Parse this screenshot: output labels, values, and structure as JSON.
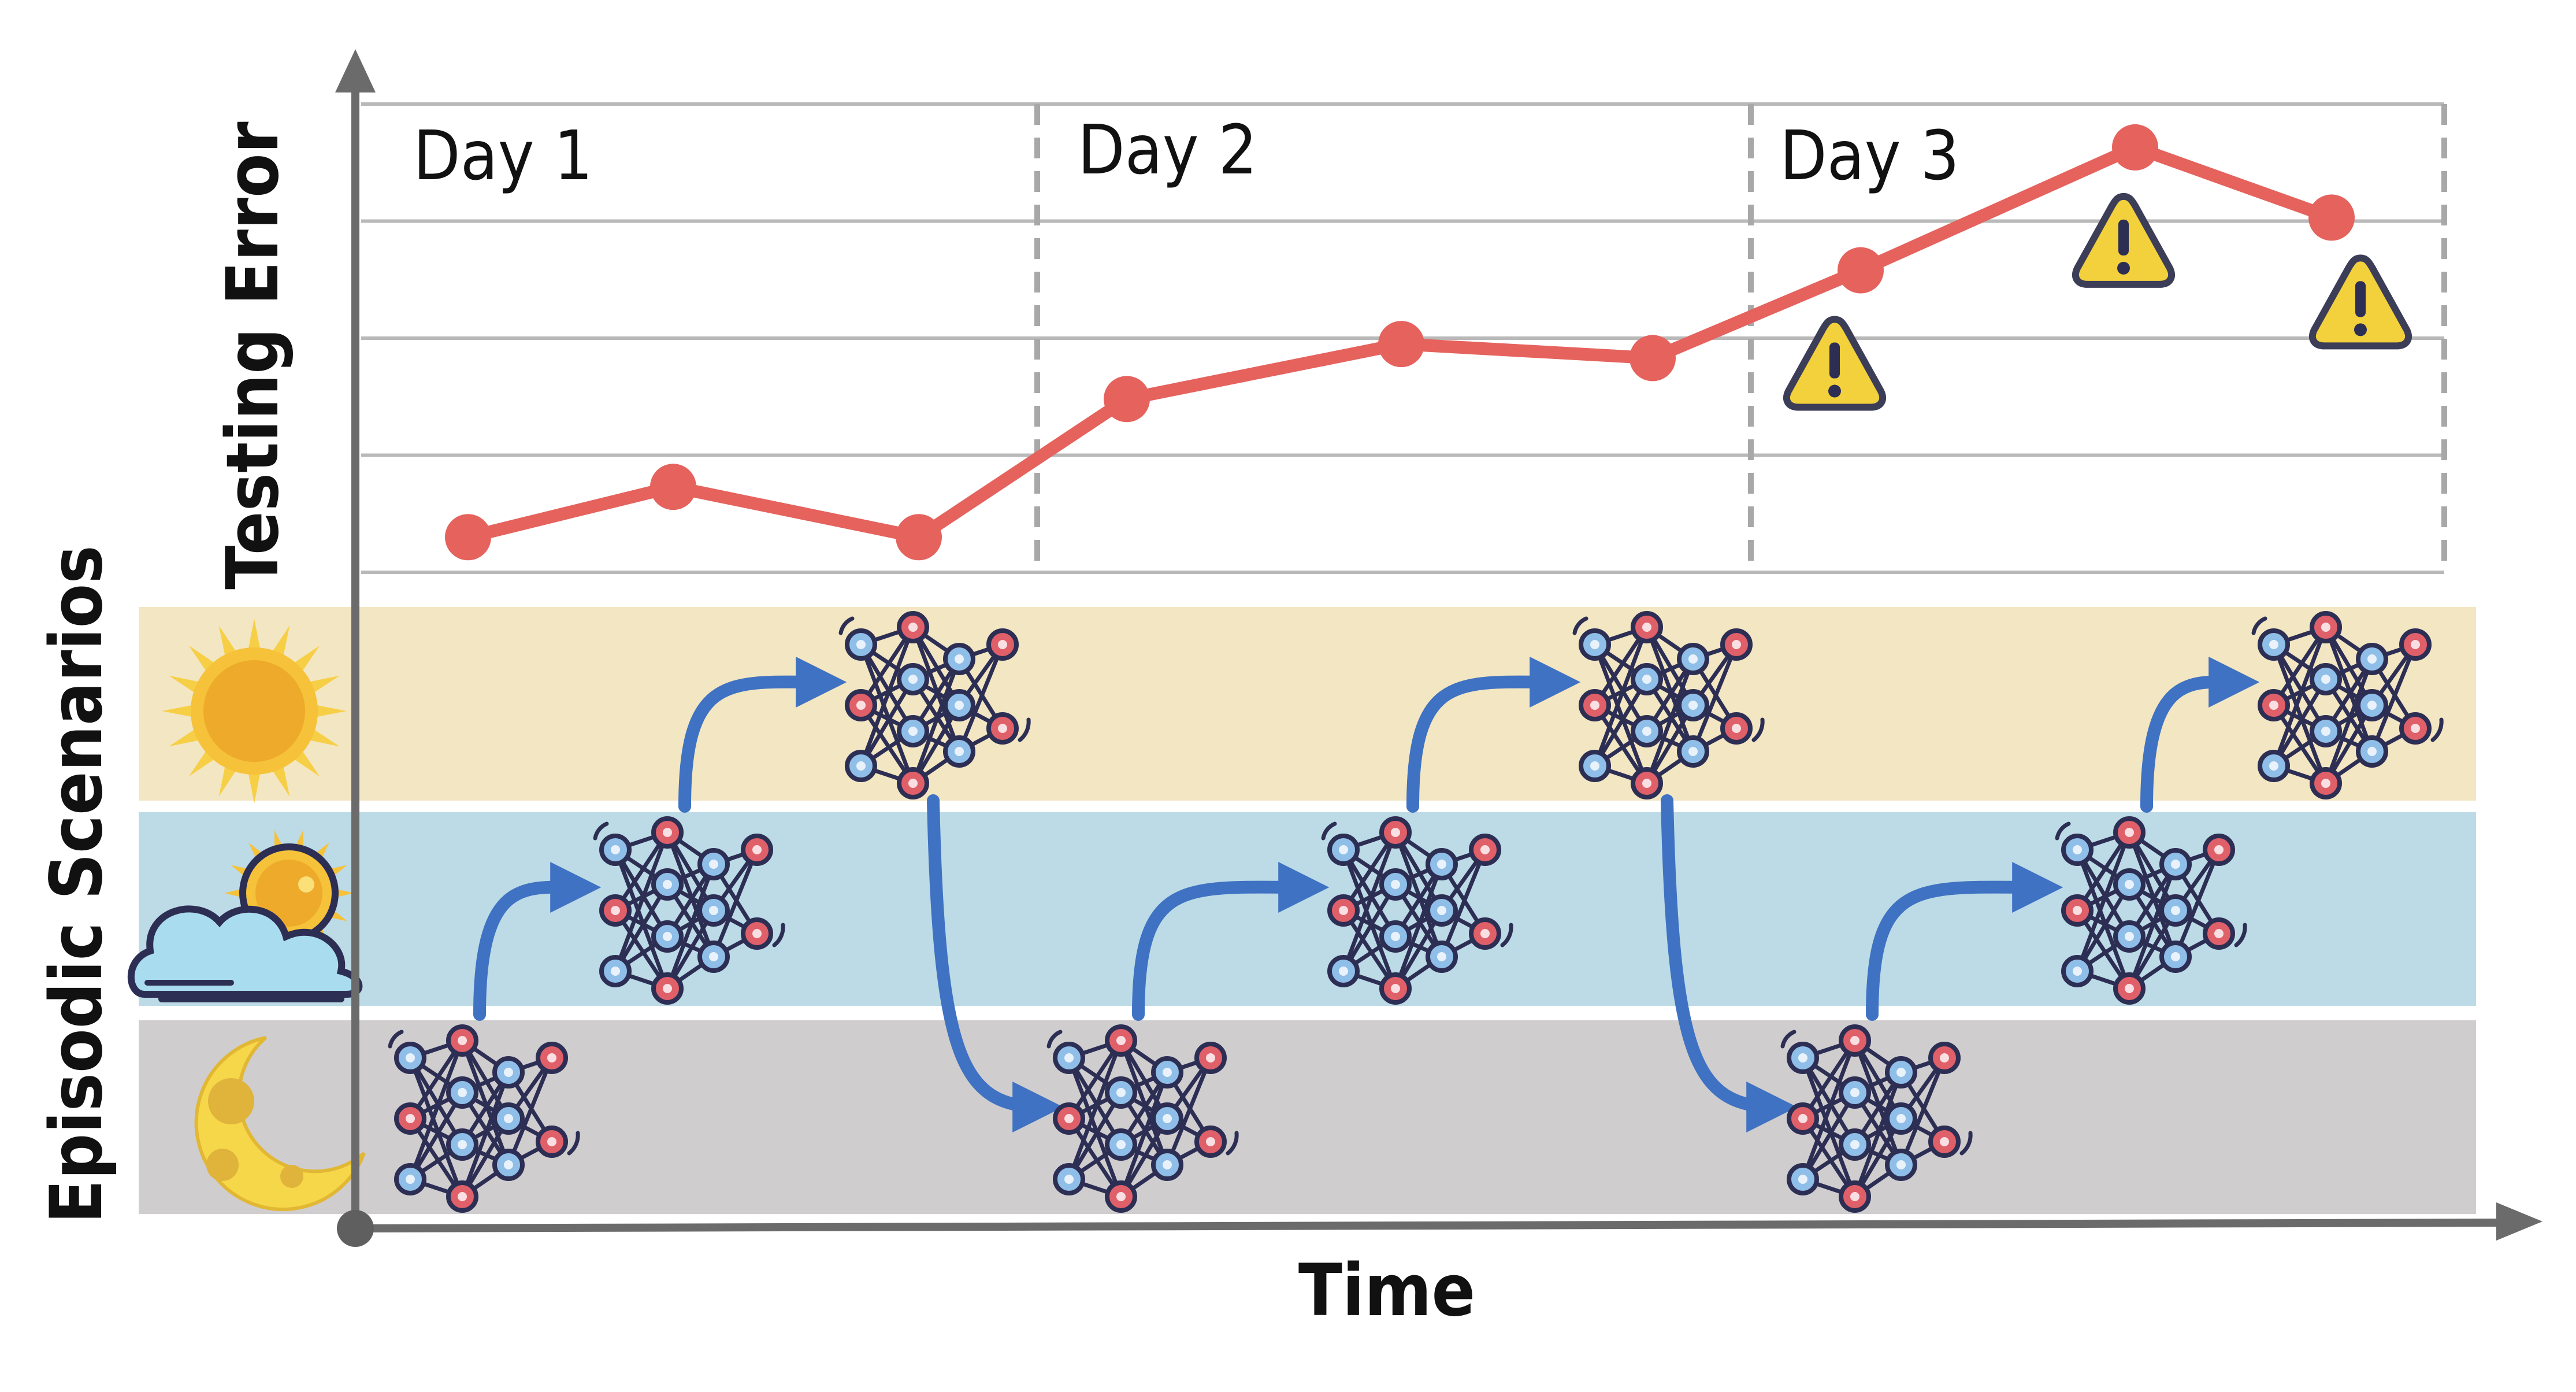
{
  "axes": {
    "y_title": "Testing Error",
    "x_title": "Time",
    "band_title": "Episodic Scenarios"
  },
  "days": [
    "Day 1",
    "Day 2",
    "Day 3"
  ],
  "scenarios": [
    {
      "name": "sunny",
      "icon": "sun-icon",
      "color": "#f2e6c3"
    },
    {
      "name": "cloudy",
      "icon": "cloud-sun-icon",
      "color": "#bcdbe6"
    },
    {
      "name": "night",
      "icon": "moon-icon",
      "color": "#d0cdcf"
    }
  ],
  "chart_data": {
    "type": "line",
    "ylim": [
      0,
      4
    ],
    "grid": true,
    "series": [
      {
        "color": "#e5625d",
        "points": [
          {
            "x": 1,
            "y": 0.3,
            "day": 1
          },
          {
            "x": 2,
            "y": 0.73,
            "day": 1
          },
          {
            "x": 3,
            "y": 0.3,
            "day": 1
          },
          {
            "x": 4,
            "y": 1.48,
            "day": 2
          },
          {
            "x": 5,
            "y": 1.95,
            "day": 2
          },
          {
            "x": 6,
            "y": 1.83,
            "day": 2
          },
          {
            "x": 7,
            "y": 2.58,
            "day": 3
          },
          {
            "x": 8,
            "y": 3.63,
            "day": 3
          },
          {
            "x": 9,
            "y": 3.03,
            "day": 3
          }
        ]
      }
    ],
    "warnings_on_points": [
      7,
      8,
      9
    ]
  },
  "networks": [
    {
      "step": 1,
      "scenario": "night"
    },
    {
      "step": 2,
      "scenario": "cloudy"
    },
    {
      "step": 3,
      "scenario": "sunny"
    },
    {
      "step": 4,
      "scenario": "night"
    },
    {
      "step": 5,
      "scenario": "cloudy"
    },
    {
      "step": 6,
      "scenario": "sunny"
    },
    {
      "step": 7,
      "scenario": "night"
    },
    {
      "step": 8,
      "scenario": "cloudy"
    },
    {
      "step": 9,
      "scenario": "sunny"
    }
  ],
  "colors": {
    "line": "#e5625d",
    "arrow": "#3f72c2",
    "axis": "#6b6b6b",
    "warning": "#f2d13c",
    "neuron_red": "#e0606a",
    "neuron_blue": "#8fbfe8",
    "edge": "#2d2e54"
  }
}
